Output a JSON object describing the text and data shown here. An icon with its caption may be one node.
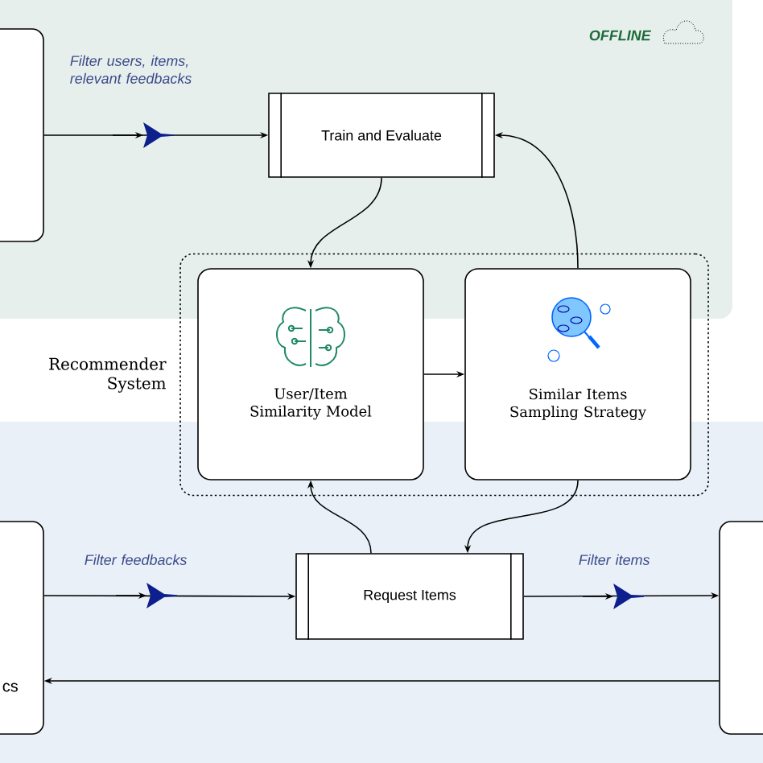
{
  "diagram": {
    "nodes": [
      {
        "text": [
          "OFFLINE"
        ]
      },
      {
        "text": [],
        "shape": "box",
        "in": 0
      },
      {
        "text": [
          "Train and Evaluate"
        ],
        "in": 0
      },
      {
        "text": [
          "Recommender System"
        ]
      },
      {
        "text": [
          "User/Item Similarity Model"
        ],
        "in": 3
      },
      {
        "text": [
          "Similar Items Sampling Strategy"
        ],
        "in": 3
      },
      {
        "text": [
          "cs"
        ]
      },
      {
        "text": [
          "Request Items"
        ]
      },
      {
        "text": [],
        "shape": "box"
      }
    ],
    "edges": [
      {
        "from": 1,
        "to": 2,
        "arrow": "to",
        "label": "Filter users, items, relevant feedbacks"
      },
      {
        "from": 2,
        "to": 4,
        "arrow": "to"
      },
      {
        "from": 5,
        "to": 2,
        "arrow": "to"
      },
      {
        "from": 4,
        "to": 5,
        "arrow": "to"
      },
      {
        "from": 7,
        "to": 4,
        "arrow": "to"
      },
      {
        "from": 5,
        "to": 7,
        "arrow": "to"
      },
      {
        "from": 6,
        "to": 7,
        "arrow": "to",
        "label": "Filter feedbacks"
      },
      {
        "from": 7,
        "to": 8,
        "arrow": "to",
        "label": "Filter items"
      },
      {
        "from": 8,
        "to": 6,
        "arrow": "to"
      }
    ]
  }
}
